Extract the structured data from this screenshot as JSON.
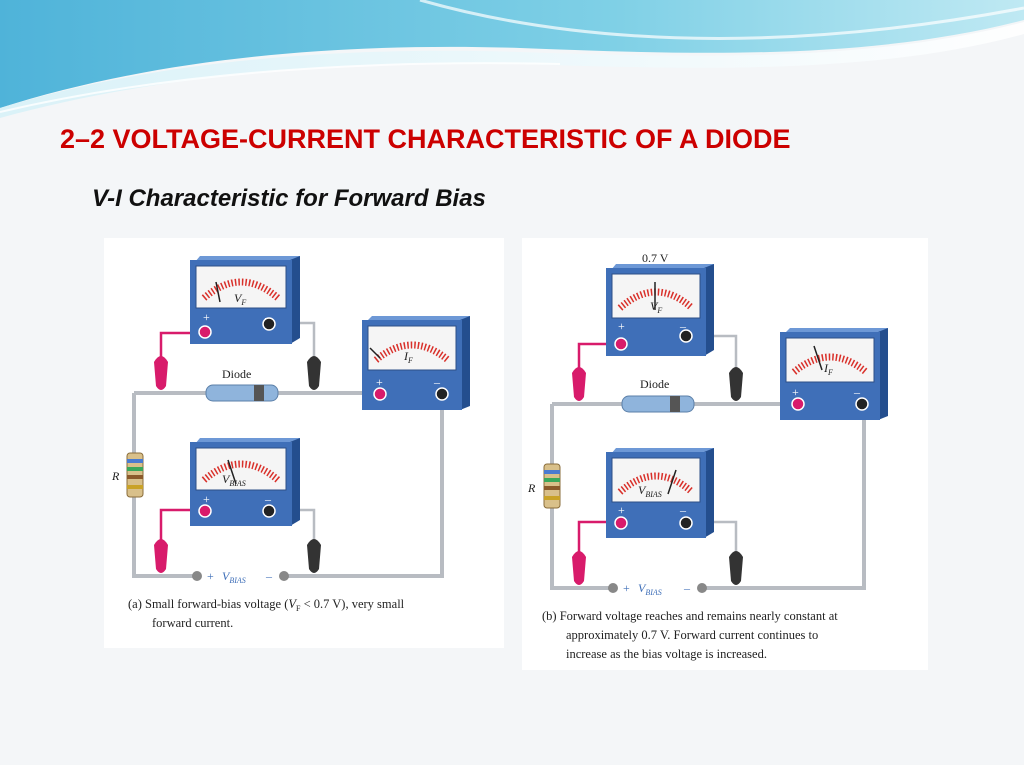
{
  "slide": {
    "title": "2–2 VOLTAGE-CURRENT CHARACTERISTIC OF A DIODE",
    "subtitle": "V-I Characteristic for Forward Bias"
  },
  "labels": {
    "vf_sym": "V",
    "vf_sub": "F",
    "if_sym": "I",
    "if_sub": "F",
    "vbias_sym": "V",
    "vbias_sub": "BIAS",
    "diode": "Diode",
    "resistor": "R",
    "plus": "+",
    "minus": "–",
    "marker_07": "0.7 V"
  },
  "captions": {
    "a_line1_pre": "(a) Small forward-bias voltage (",
    "a_line1_vf": "V",
    "a_line1_sub": "F",
    "a_line1_post": " < 0.7 V), very small",
    "a_line2": "forward current.",
    "b_line1": "(b) Forward voltage reaches and remains nearly constant at",
    "b_line2": "approximately 0.7 V. Forward current continues to",
    "b_line3": "increase as the bias voltage is increased."
  },
  "colors": {
    "title": "#cc0000",
    "meter_body": "#3f6fb8",
    "scale_red": "#d9302a",
    "probe_red": "#d81b6b",
    "marker": "#d81b6b",
    "wire": "#b8bcc2"
  }
}
